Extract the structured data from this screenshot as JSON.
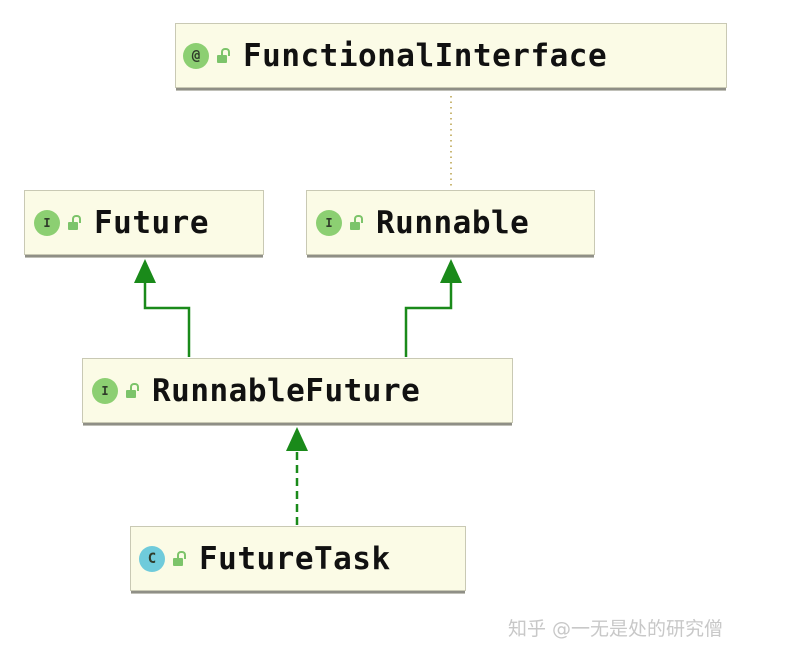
{
  "diagram": {
    "nodes": [
      {
        "id": "functionalinterface",
        "kind": "annotation",
        "icon_letter": "@",
        "icon_color": "#8ccf72",
        "label": "FunctionalInterface"
      },
      {
        "id": "future",
        "kind": "interface",
        "icon_letter": "I",
        "icon_color": "#8ccf72",
        "label": "Future"
      },
      {
        "id": "runnable",
        "kind": "interface",
        "icon_letter": "I",
        "icon_color": "#8ccf72",
        "label": "Runnable"
      },
      {
        "id": "runnablefuture",
        "kind": "interface",
        "icon_letter": "I",
        "icon_color": "#8ccf72",
        "label": "RunnableFuture"
      },
      {
        "id": "futuretask",
        "kind": "class",
        "icon_letter": "C",
        "icon_color": "#6fcbdb",
        "label": "FutureTask"
      }
    ],
    "edges": [
      {
        "from": "runnable",
        "to": "functionalinterface",
        "style": "dotted",
        "color": "#b8a048"
      },
      {
        "from": "runnablefuture",
        "to": "future",
        "style": "solid",
        "color": "#1a8a1a"
      },
      {
        "from": "runnablefuture",
        "to": "runnable",
        "style": "solid",
        "color": "#1a8a1a"
      },
      {
        "from": "futuretask",
        "to": "runnablefuture",
        "style": "dashed",
        "color": "#1a8a1a"
      }
    ]
  },
  "watermark": "知乎 @一无是处的研究僧"
}
